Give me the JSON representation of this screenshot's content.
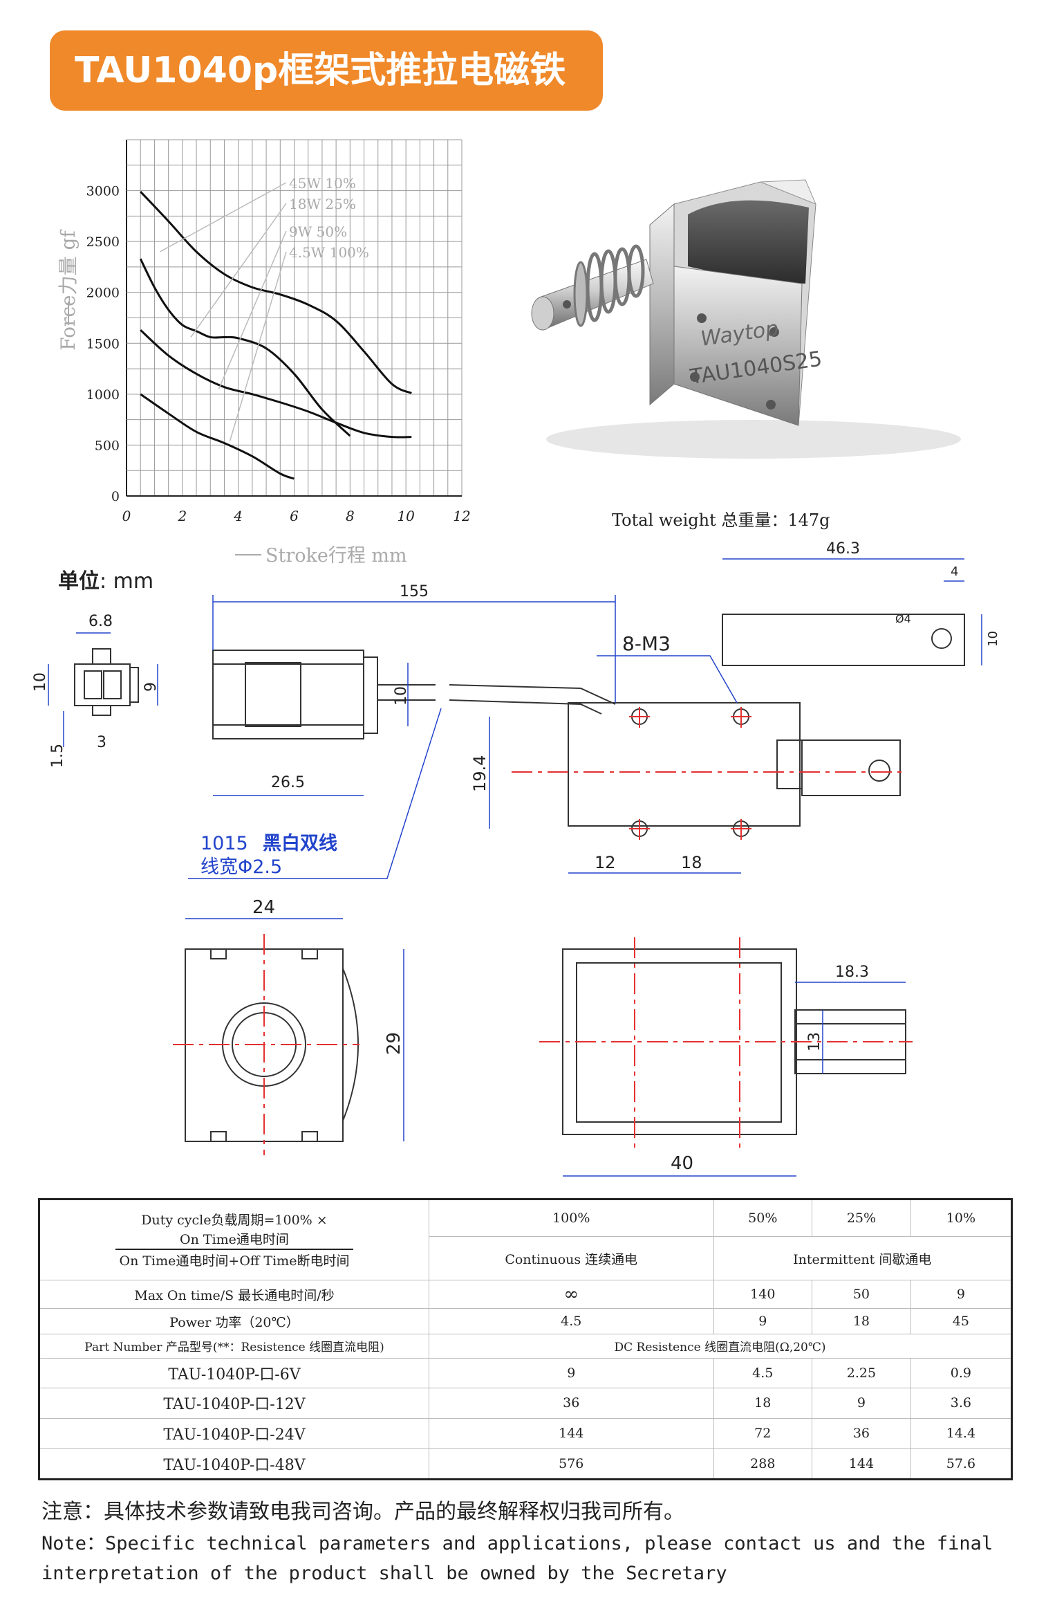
{
  "title": "TAU1040p框架式推拉电磁铁",
  "chart_data": {
    "type": "line",
    "xlabel": "Stroke行程 mm",
    "ylabel": "Force力量 gf",
    "x_ticks": [
      "0",
      "2",
      "4",
      "6",
      "8",
      "10",
      "12"
    ],
    "y_ticks": [
      "0",
      "500",
      "1000",
      "1500",
      "2000",
      "2500",
      "3000"
    ],
    "xlim": [
      0,
      12
    ],
    "ylim": [
      0,
      3500
    ],
    "grid": true,
    "series": [
      {
        "name": "45W 10%",
        "x": [
          0.5,
          1.5,
          2.5,
          3.5,
          4.5,
          5.5,
          6.5,
          7.5,
          8.5,
          9.5,
          10.2
        ],
        "y": [
          2990,
          2700,
          2400,
          2180,
          2050,
          1980,
          1880,
          1720,
          1420,
          1100,
          1010
        ]
      },
      {
        "name": "18W 25%",
        "x": [
          0.5,
          1.0,
          1.5,
          2.0,
          2.5,
          3.0,
          3.5,
          4.0,
          5.0,
          6.0,
          7.0,
          8.0
        ],
        "y": [
          2330,
          2050,
          1830,
          1680,
          1620,
          1560,
          1560,
          1550,
          1450,
          1200,
          850,
          590
        ]
      },
      {
        "name": "9W 50%",
        "x": [
          0.5,
          1.5,
          2.5,
          3.5,
          4.5,
          5.5,
          6.5,
          7.5,
          8.5,
          9.5,
          10.2
        ],
        "y": [
          1630,
          1380,
          1200,
          1070,
          1000,
          920,
          830,
          720,
          620,
          580,
          580
        ]
      },
      {
        "name": "4.5W 100%",
        "x": [
          0.5,
          1.5,
          2.5,
          3.5,
          4.5,
          5.5,
          6.0
        ],
        "y": [
          1000,
          810,
          630,
          520,
          390,
          220,
          170
        ]
      }
    ]
  },
  "product": {
    "photo_brand": "Waytop",
    "photo_model": "TAU1040S25",
    "weight": "Total weight 总重量：147g"
  },
  "unit": {
    "label": "单位",
    "value": ": mm"
  },
  "drawing": {
    "d155": "155",
    "d6_8": "6.8",
    "d10_left": "10",
    "d9": "9",
    "d3": "3",
    "d1_5": "1.5",
    "d26_5": "26.5",
    "d10_mid": "10",
    "d8_m3": "8-M3",
    "d19_4": "19.4",
    "d12": "12",
    "d18": "18",
    "d46_3": "46.3",
    "d4": "4",
    "d_phi4": "Ø4",
    "d10_right": "10",
    "wire_spec": "1015",
    "wire_color": "黑白双线",
    "wire_width": "线宽Φ2.5",
    "d24": "24",
    "d29": "29",
    "d18_3": "18.3",
    "d13": "13",
    "d40": "40"
  },
  "table": {
    "duty_prefix": "Duty cycle负载周期=100% ×",
    "frac_top": "On Time通电时间",
    "frac_bottom": "On Time通电时间+Off Time断电时间",
    "duty": [
      "100%",
      "50%",
      "25%",
      "10%"
    ],
    "continuous": "Continuous 连续通电",
    "intermittent": "Intermittent 间歇通电",
    "max_on_label": "Max On time/S 最长通电时间/秒",
    "max_on": [
      "∞",
      "140",
      "50",
      "9"
    ],
    "power_label": "Power 功率（20℃）",
    "power": [
      "4.5",
      "9",
      "18",
      "45"
    ],
    "part_label": "Part Number 产品型号(**：Resistence 线圈直流电阻)",
    "dc_label": "DC Resistence 线圈直流电阻(Ω,20℃)",
    "rows": [
      {
        "part": "TAU-1040P-口-6V",
        "vals": [
          "9",
          "4.5",
          "2.25",
          "0.9"
        ]
      },
      {
        "part": "TAU-1040P-口-12V",
        "vals": [
          "36",
          "18",
          "9",
          "3.6"
        ]
      },
      {
        "part": "TAU-1040P-口-24V",
        "vals": [
          "144",
          "72",
          "36",
          "14.4"
        ]
      },
      {
        "part": "TAU-1040P-口-48V",
        "vals": [
          "576",
          "288",
          "144",
          "57.6"
        ]
      }
    ]
  },
  "note": {
    "cn": "注意：具体技术参数请致电我司咨询。产品的最终解释权归我司所有。",
    "en": "Note：Specific technical parameters and applications, please contact us and the final interpretation of the product shall be owned by the Secretary"
  }
}
